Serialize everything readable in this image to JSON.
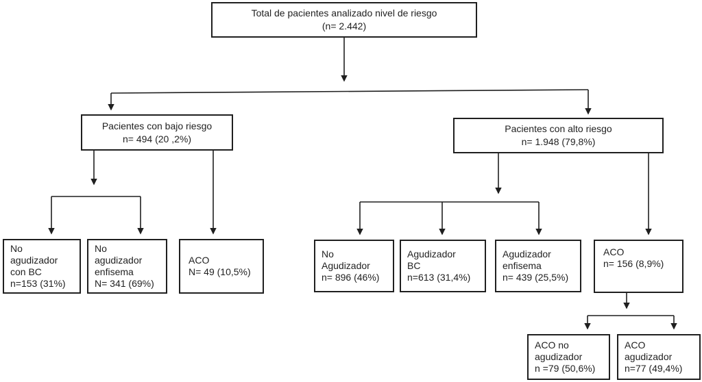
{
  "diagram": {
    "description": "Flowchart of patients analyzed by risk level",
    "colors": {
      "line": "#1f1f1f",
      "box_border": "#1f1f1f",
      "text": "#1f1f1f",
      "background": "#ffffff"
    }
  },
  "nodes": {
    "total": {
      "line1": "Total de pacientes analizado nivel de riesgo",
      "line2": "(n= 2.442)"
    },
    "bajo_riesgo": {
      "line1": "Pacientes con bajo riesgo",
      "line2": "n= 494 (20 ,2%)"
    },
    "alto_riesgo": {
      "line1": "Pacientes con alto riesgo",
      "line2": "n= 1.948 (79,8%)"
    },
    "no_agudizador_con_bc": {
      "line1": "No",
      "line2": "agudizador",
      "line3": "con BC",
      "line4": "n=153 (31%)"
    },
    "no_agudizador_enfisema": {
      "line1": "No",
      "line2": "agudizador",
      "line3": "enfisema",
      "line4": "N= 341 (69%)"
    },
    "aco_bajo": {
      "line1": "ACO",
      "line2": "N= 49 (10,5%)"
    },
    "no_agudizador_alto": {
      "line1": "No",
      "line2": "Agudizador",
      "line3": "n= 896 (46%)"
    },
    "agudizador_bc": {
      "line1": "Agudizador",
      "line2": "BC",
      "line3": "n=613 (31,4%)"
    },
    "agudizador_enfisema": {
      "line1": "Agudizador",
      "line2": "enfisema",
      "line3": "n= 439 (25,5%)"
    },
    "aco_alto": {
      "line1": "ACO",
      "line2": "n= 156 (8,9%)"
    },
    "aco_no_agudizador": {
      "line1": "ACO no",
      "line2": "agudizador",
      "line3": "n =79 (50,6%)"
    },
    "aco_agudizador": {
      "line1": "ACO",
      "line2": "agudizador",
      "line3": "n=77 (49,4%)"
    }
  }
}
